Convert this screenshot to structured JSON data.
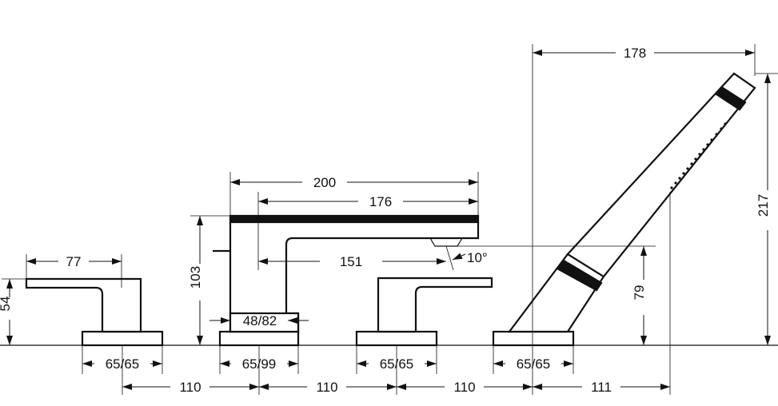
{
  "dimensions": {
    "lever_left_width": "77",
    "lever_left_height": "54",
    "lever_left_base": "65/65",
    "spout_overall_length": "200",
    "spout_top_length": "176",
    "spout_height": "103",
    "spout_reach": "151",
    "spout_angle": "10°",
    "spout_base_ring": "48/82",
    "spout_base": "65/99",
    "lever_right_base": "65/65",
    "shower_reach": "178",
    "shower_total_height": "217",
    "shower_holder_height": "79",
    "shower_base": "65/65",
    "spacing_1": "110",
    "spacing_2": "110",
    "spacing_3": "110",
    "spacing_4": "111"
  }
}
